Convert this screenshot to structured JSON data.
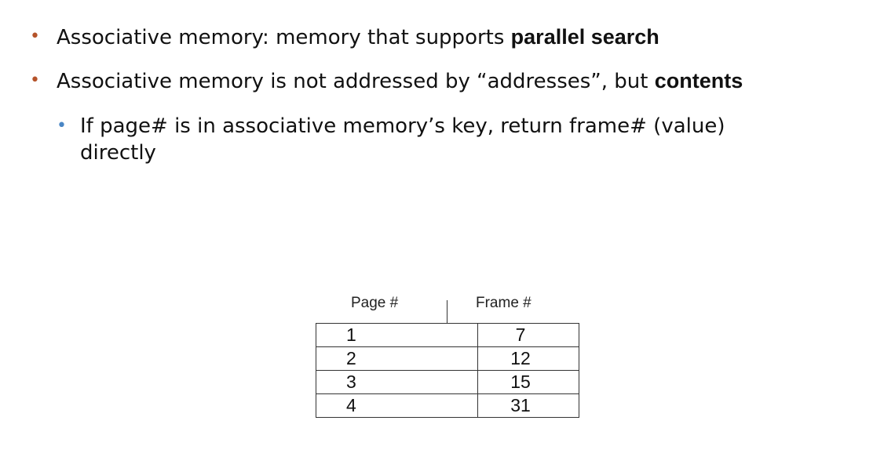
{
  "bullets": [
    {
      "text": "Associative memory: memory that supports ",
      "bold": "parallel search"
    },
    {
      "text": "Associative memory is not addressed by “addresses”, but ",
      "bold": "contents"
    }
  ],
  "sub_bullets": [
    {
      "text": "If page# is in associative memory’s key, return frame# (value) directly"
    }
  ],
  "bullet_glyph": "•",
  "colors": {
    "bullet_level1": "#b5532a",
    "bullet_level2": "#4a86c5"
  },
  "table": {
    "headers": [
      "Page #",
      "Frame #"
    ],
    "rows": [
      [
        "1",
        "7"
      ],
      [
        "2",
        "12"
      ],
      [
        "3",
        "15"
      ],
      [
        "4",
        "31"
      ]
    ]
  }
}
